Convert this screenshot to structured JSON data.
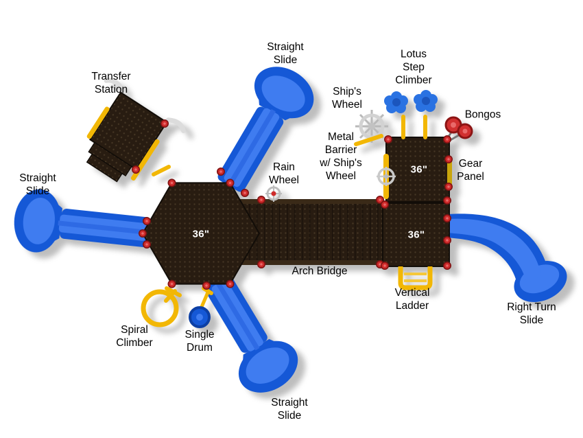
{
  "meta": {
    "description": "Overhead plan-view diagram of a children's playground structure with callout labels",
    "background": "#ffffff"
  },
  "colors": {
    "deck_brown": "#281c11",
    "deck_dot": "#453624",
    "slide_blue": "#1558d6",
    "slide_bed_blue": "#3f7cf0",
    "rail_yellow": "#f2b705",
    "post_cap_red": "#cf2b2b",
    "metal_gray": "#c9c9c9",
    "label_text": "#000000",
    "deck_size_text": "#ffffff"
  },
  "labels": [
    {
      "name": "straight-slide-top",
      "text": "Straight\nSlide"
    },
    {
      "name": "lotus-step-climber",
      "text": "Lotus\nStep\nClimber"
    },
    {
      "name": "transfer-station",
      "text": "Transfer\nStation"
    },
    {
      "name": "ships-wheel",
      "text": "Ship's\nWheel"
    },
    {
      "name": "bongos",
      "text": "Bongos"
    },
    {
      "name": "metal-barrier",
      "text": "Metal\nBarrier\nw/ Ship's\nWheel"
    },
    {
      "name": "rain-wheel",
      "text": "Rain\nWheel"
    },
    {
      "name": "gear-panel",
      "text": "Gear\nPanel"
    },
    {
      "name": "straight-slide-left",
      "text": "Straight\nSlide"
    },
    {
      "name": "arch-bridge",
      "text": "Arch Bridge"
    },
    {
      "name": "vertical-ladder",
      "text": "Vertical\nLadder"
    },
    {
      "name": "right-turn-slide",
      "text": "Right Turn\nSlide"
    },
    {
      "name": "spiral-climber",
      "text": "Spiral\nClimber"
    },
    {
      "name": "single-drum",
      "text": "Single\nDrum"
    },
    {
      "name": "straight-slide-bottom",
      "text": "Straight\nSlide"
    }
  ],
  "deck_labels": [
    {
      "name": "hex-deck-size",
      "text": "36\""
    },
    {
      "name": "upper-deck-size",
      "text": "36\""
    },
    {
      "name": "lower-deck-size",
      "text": "36\""
    }
  ]
}
